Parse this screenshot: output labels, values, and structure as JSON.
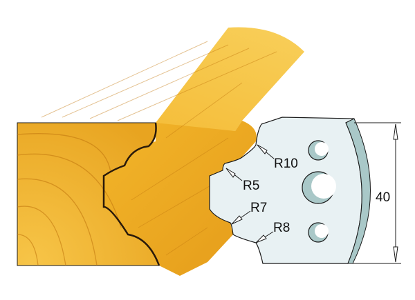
{
  "colors": {
    "wood_light": "#f6c23a",
    "wood_mid": "#e9a41e",
    "wood_dark": "#c97d10",
    "blade": "#e6f0f2",
    "blade_bevel": "#a9c8c8",
    "outline": "#1a1a1a"
  },
  "radius_labels": [
    {
      "text": "R10"
    },
    {
      "text": "R5"
    },
    {
      "text": "R7"
    },
    {
      "text": "R8"
    }
  ],
  "dimension": {
    "text": "40"
  }
}
